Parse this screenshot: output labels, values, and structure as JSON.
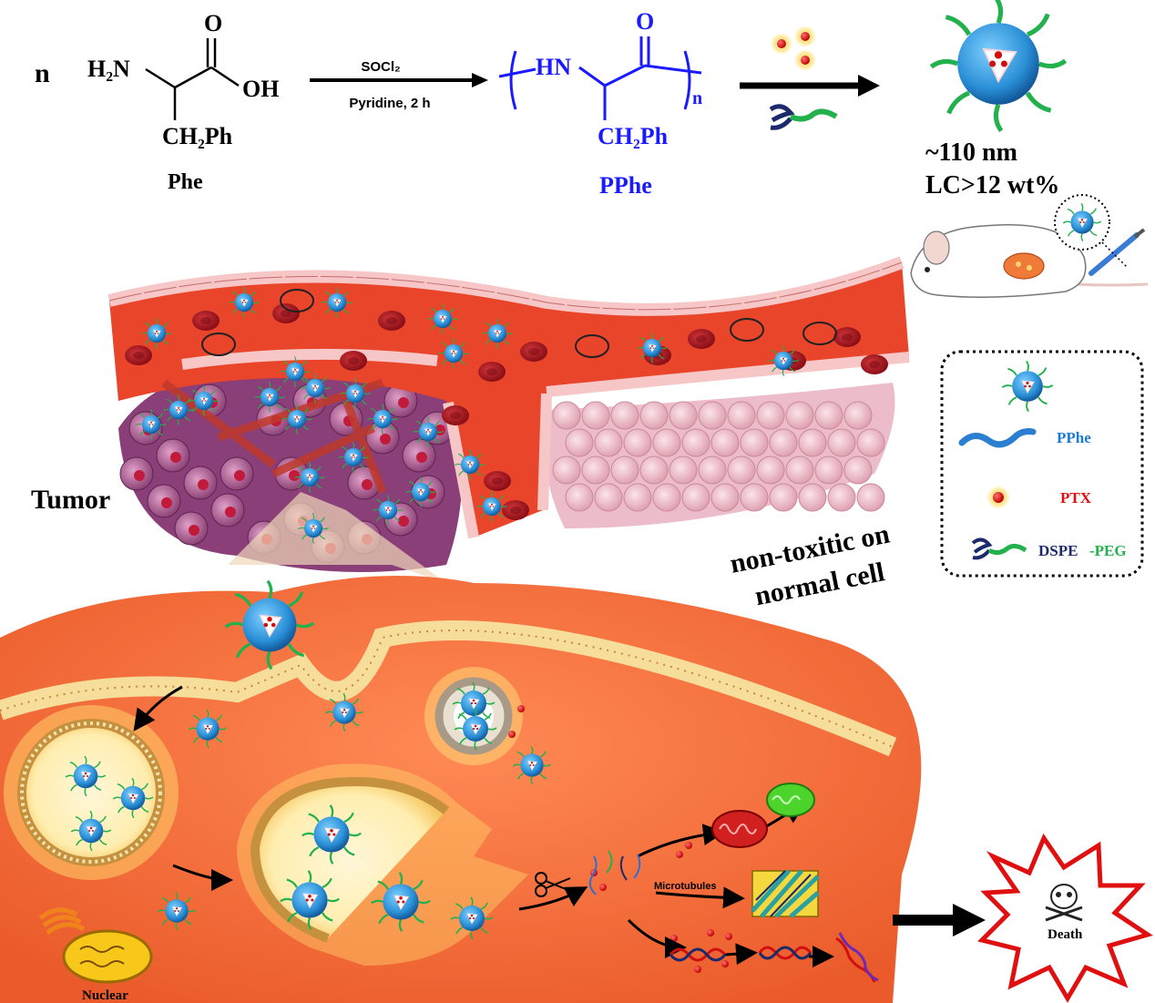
{
  "reaction": {
    "n_label": "n",
    "h2n": "H₂N",
    "carbonyl_o": "O",
    "oh": "OH",
    "ch2ph": "CH₂Ph",
    "monomer_name": "Phe",
    "reagent_top": "SOCl₂",
    "reagent_bottom": "Pyridine, 2 h",
    "polymer_hn": "HN",
    "polymer_o": "O",
    "polymer_n": "n",
    "polymer_ch2ph": "CH₂Ph",
    "polymer_name": "PPhe",
    "size_label": "~110 nm",
    "loading_label": "LC>12 wt%"
  },
  "labels": {
    "tumor": "Tumor",
    "normal_line1": "non-toxitic on",
    "normal_line2": "normal cell",
    "microtubules": "Microtubules",
    "nuclear": "Nuclear",
    "death": "Death"
  },
  "legend": {
    "pphe": "PPhe",
    "ptx": "PTX",
    "dspe": "DSPE",
    "peg": "-PEG"
  },
  "colors": {
    "polymer_blue": "#1a1aff",
    "nanoparticle": "#2a8fd6",
    "vessel": "#e8452b",
    "cell": "#f26a3a",
    "ptx_red": "#e01010",
    "peg_green": "#22b14c",
    "dspe_navy": "#1b2a6b"
  }
}
